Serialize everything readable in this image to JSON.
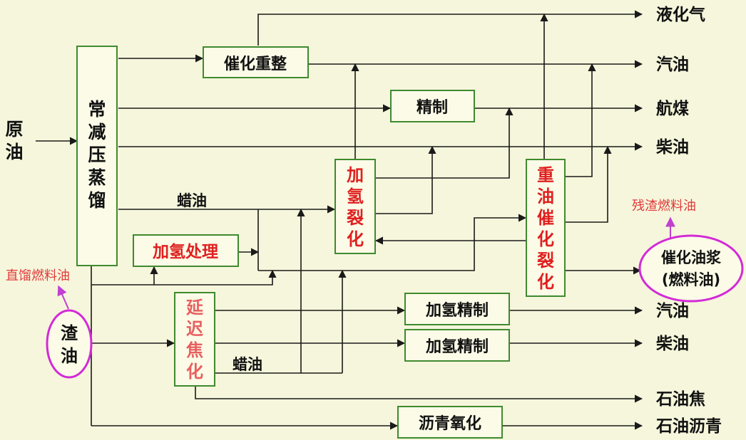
{
  "input": "原油",
  "units": {
    "distill": "常减压蒸馏",
    "reform": "催化重整",
    "refine": "精制",
    "hydrocrack": "加氢裂化",
    "hydrotreat": "加氢处理",
    "fcc": "重油催化裂化",
    "coking": "延迟焦化",
    "hydrorefine1": "加氢精制",
    "hydrorefine2": "加氢精制",
    "asphalt": "沥青氧化"
  },
  "residue": "渣油",
  "labels": {
    "wax1": "蜡油",
    "wax2": "蜡油",
    "straight_run_fuel": "直馏燃料油",
    "residual_fuel": "残渣燃料油"
  },
  "outputs": {
    "lpg": "液化气",
    "gasoline1": "汽油",
    "jet": "航煤",
    "diesel1": "柴油",
    "slurry_line1": "催化油浆",
    "slurry_line2": "(燃料油)",
    "gasoline2": "汽油",
    "diesel2": "柴油",
    "coke": "石油焦",
    "asphalt": "石油沥青"
  }
}
